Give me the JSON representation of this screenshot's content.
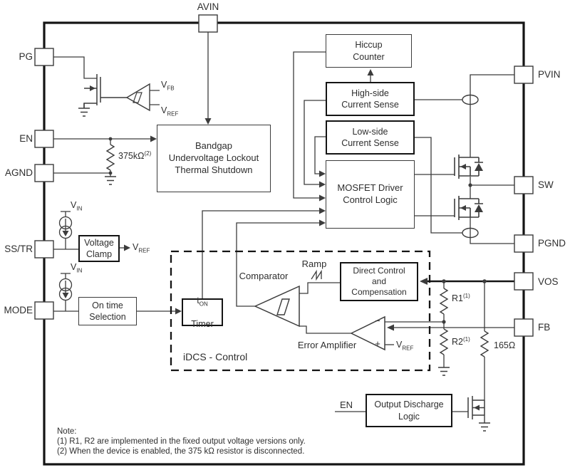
{
  "diagram": {
    "pins": {
      "avin": "AVIN",
      "pg": "PG",
      "en": "EN",
      "agnd": "AGND",
      "sstr": "SS/TR",
      "mode": "MODE",
      "pvin": "PVIN",
      "sw": "SW",
      "pgnd": "PGND",
      "vos": "VOS",
      "fb": "FB"
    },
    "blocks": {
      "hiccup_counter": "Hiccup\nCounter",
      "high_side_current_sense": "High-side\nCurrent Sense",
      "low_side_current_sense": "Low-side\nCurrent Sense",
      "mosfet_driver": "MOSFET Driver\nControl Logic",
      "bandgap": "Bandgap\nUndervoltage Lockout\nThermal Shutdown",
      "voltage_clamp": "Voltage\nClamp",
      "on_time_selection": "On time\nSelection",
      "ton_timer": {
        "base": "t",
        "sub": "ON",
        "line2": "Timer"
      },
      "direct_control": "Direct Control\nand\nCompensation",
      "output_discharge": "Output Discharge\nLogic"
    },
    "labels": {
      "comparator": "Comparator",
      "error_amplifier": "Error Amplifier",
      "ramp": "Ramp",
      "idcs_control": "iDCS - Control",
      "discharge_en": "EN",
      "v_fb": {
        "base": "V",
        "sub": "FB"
      },
      "v_ref": {
        "base": "V",
        "sub": "REF"
      },
      "v_in": {
        "base": "V",
        "sub": "IN"
      },
      "r_375k": {
        "base": "375kΩ",
        "sup": "(2)"
      },
      "r1": {
        "base": "R1",
        "sup": "(1)"
      },
      "r2": {
        "base": "R2",
        "sup": "(1)"
      },
      "r_165": "165Ω",
      "minus": "−",
      "plus": "+"
    },
    "notes": {
      "title": "Note:",
      "line1": "(1)  R1, R2 are implemented in the fixed output voltage versions only.",
      "line2": "(2) When the device is enabled, the 375 kΩ resistor is disconnected."
    },
    "colors": {
      "line": "#3c3c3c",
      "bold": "#141414",
      "text": "#2e2e2e",
      "background": "#ffffff"
    }
  }
}
